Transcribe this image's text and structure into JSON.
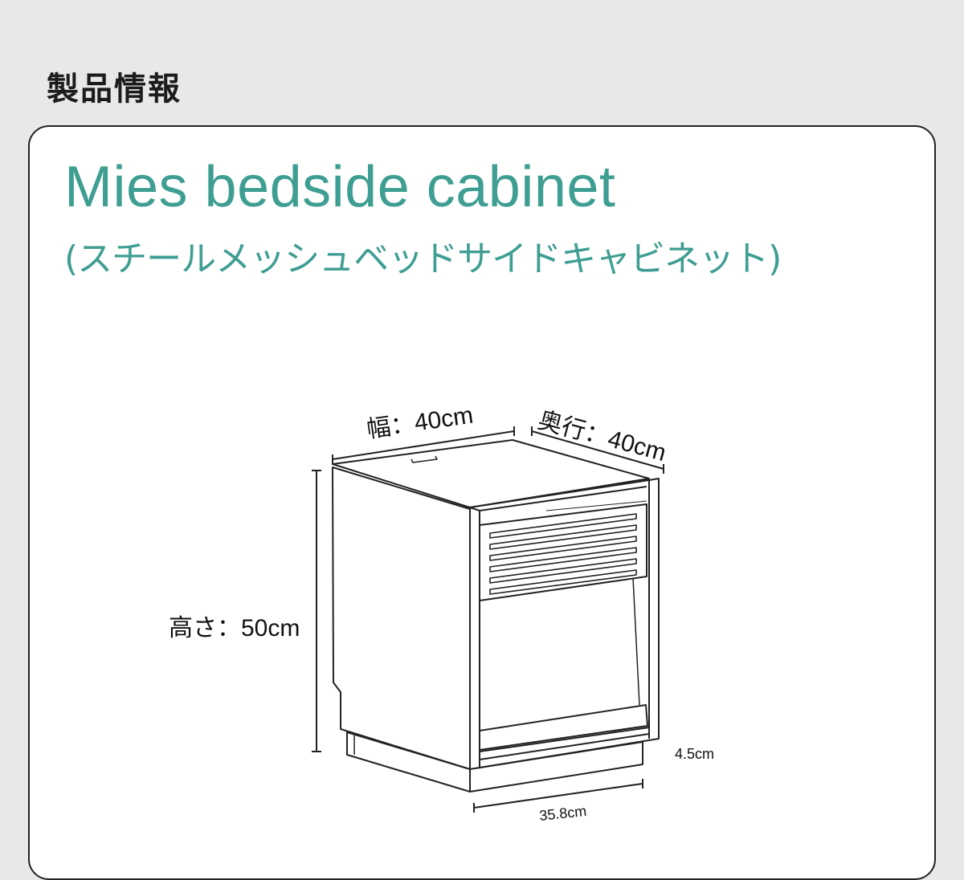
{
  "section": {
    "title": "製品情報"
  },
  "product": {
    "name": "Mies bedside cabinet",
    "subname": "(スチールメッシュベッドサイドキャビネット)"
  },
  "dimensions": {
    "width": "幅：40cm",
    "depth": "奥行：40cm",
    "height": "高さ：50cm",
    "leg_height": "4.5cm",
    "base_width": "35.8cm"
  }
}
